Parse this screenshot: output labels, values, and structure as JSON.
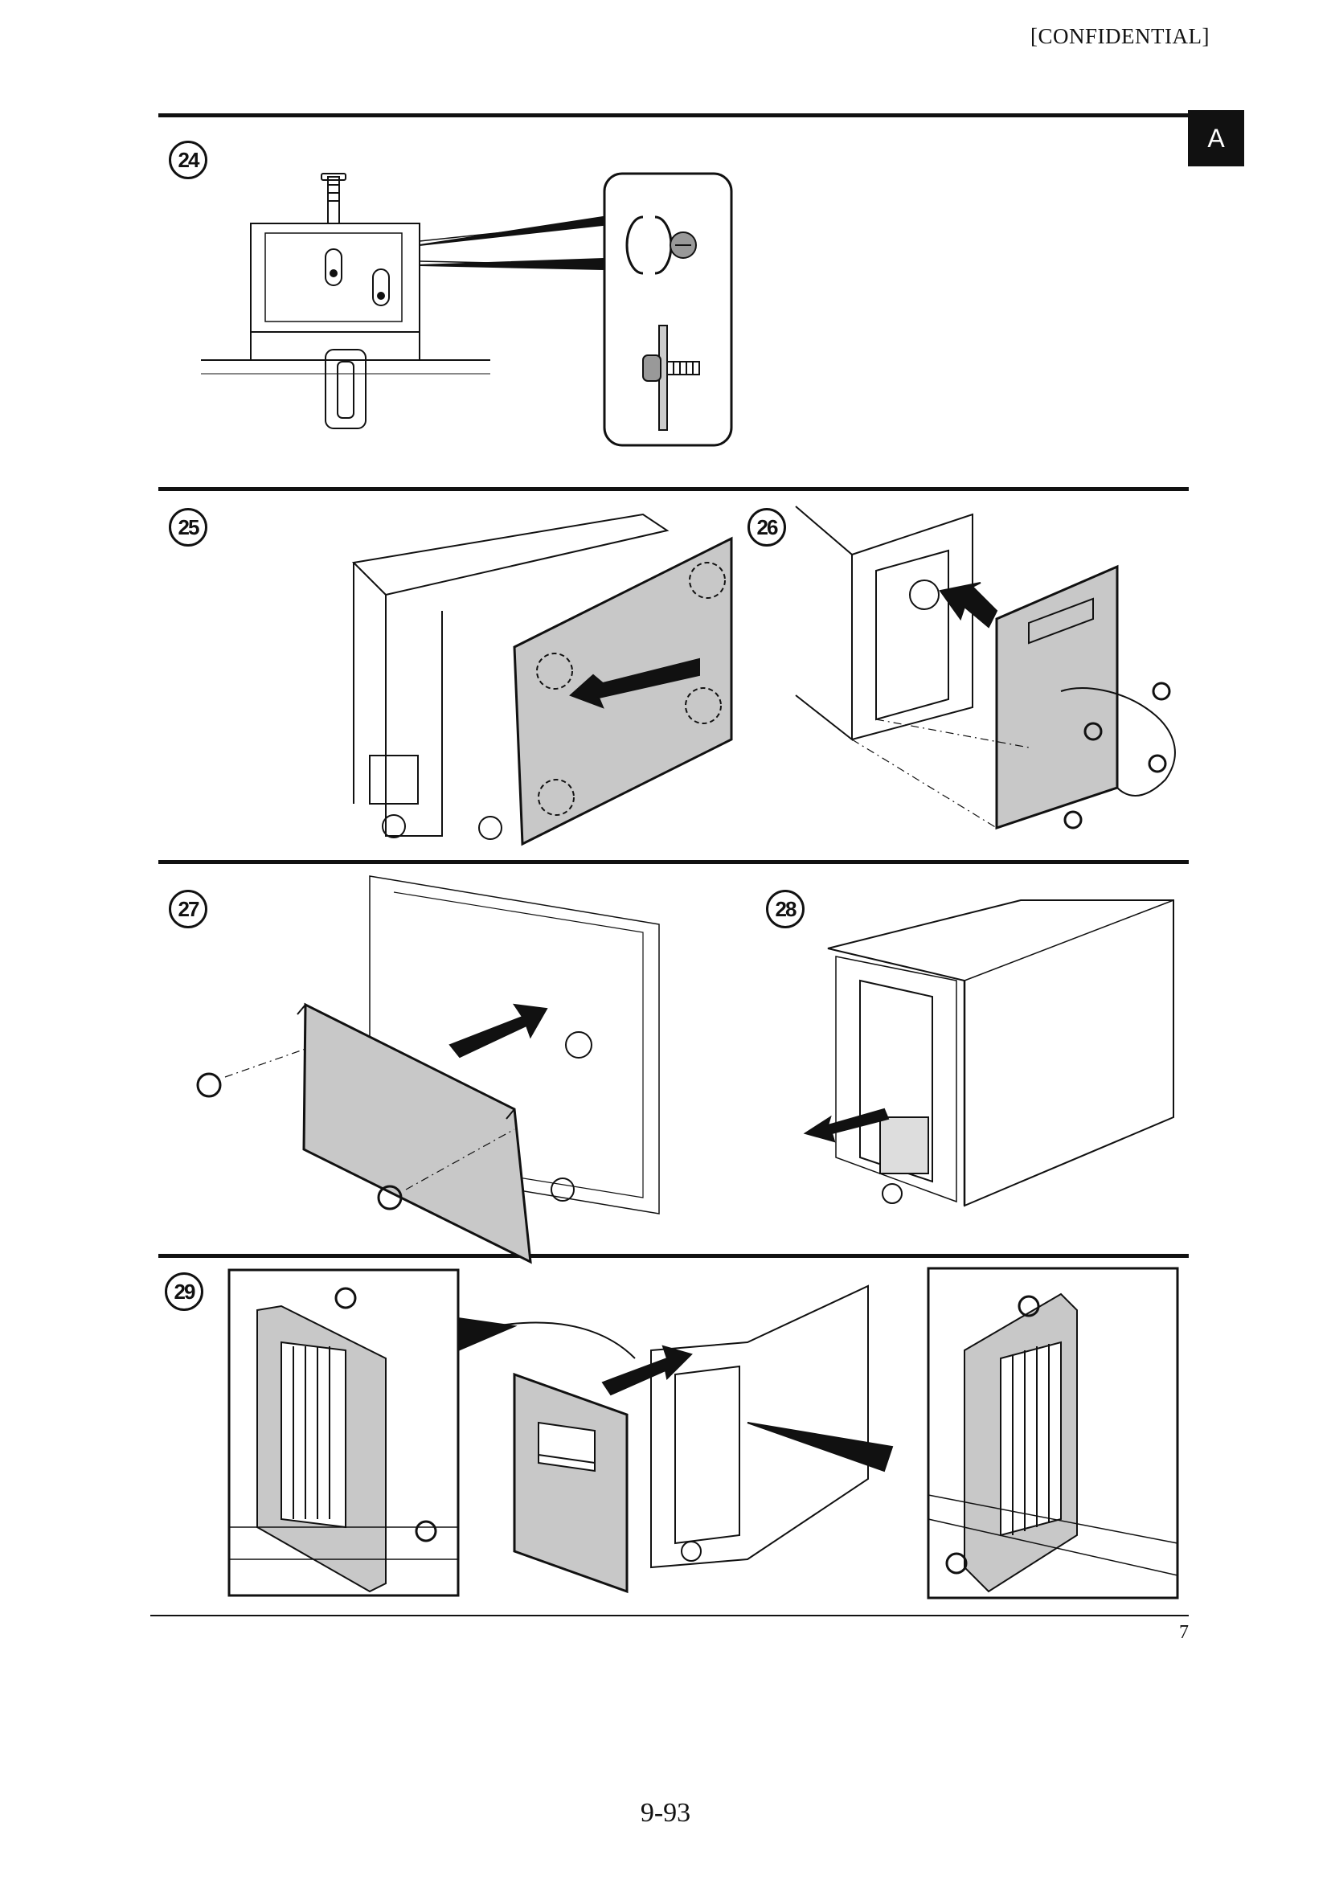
{
  "header": {
    "confidential": "[CONFIDENTIAL]",
    "section_tab": "A"
  },
  "steps": [
    {
      "number": "24"
    },
    {
      "number": "25"
    },
    {
      "number": "26"
    },
    {
      "number": "27"
    },
    {
      "number": "28"
    },
    {
      "number": "29"
    }
  ],
  "footer": {
    "page_code": "7",
    "page_number": "9-93"
  }
}
